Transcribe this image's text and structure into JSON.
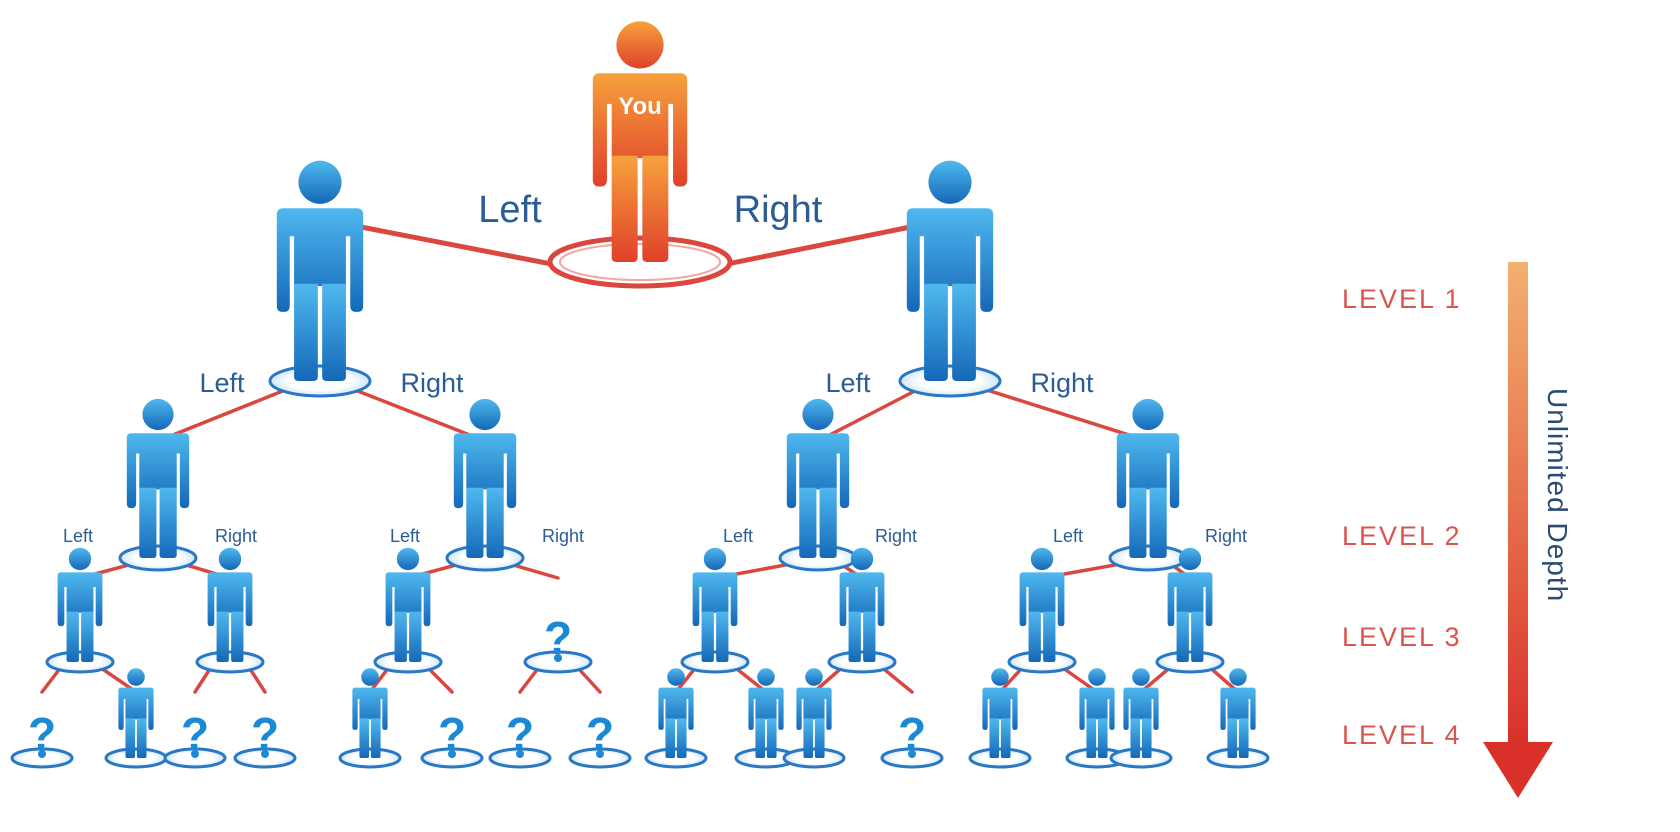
{
  "you_label": "You",
  "branch_left": "Left",
  "branch_right": "Right",
  "unknown_marker": "?",
  "levels": [
    "LEVEL 1",
    "LEVEL 2",
    "LEVEL 3",
    "LEVEL 4"
  ],
  "depth_label": "Unlimited Depth",
  "colors": {
    "connector": "#d9473f",
    "person_blue": "#1a8ad6",
    "person_orange": "#f08a28",
    "level_text": "#d95550",
    "arrow_top": "#f3b070",
    "arrow_bottom": "#d9302a"
  },
  "tree": {
    "level_1": [
      "You"
    ],
    "level_2": [
      "member",
      "member"
    ],
    "level_3": [
      "member",
      "member",
      "member",
      "member"
    ],
    "level_4": [
      "member",
      "member",
      "member",
      "?",
      "member",
      "member",
      "member",
      "member"
    ],
    "level_5": [
      "?",
      "member",
      "?",
      "?",
      "member",
      "?",
      "?",
      "?",
      "member",
      "member",
      "member",
      "?",
      "member",
      "member",
      "member",
      "member"
    ]
  }
}
